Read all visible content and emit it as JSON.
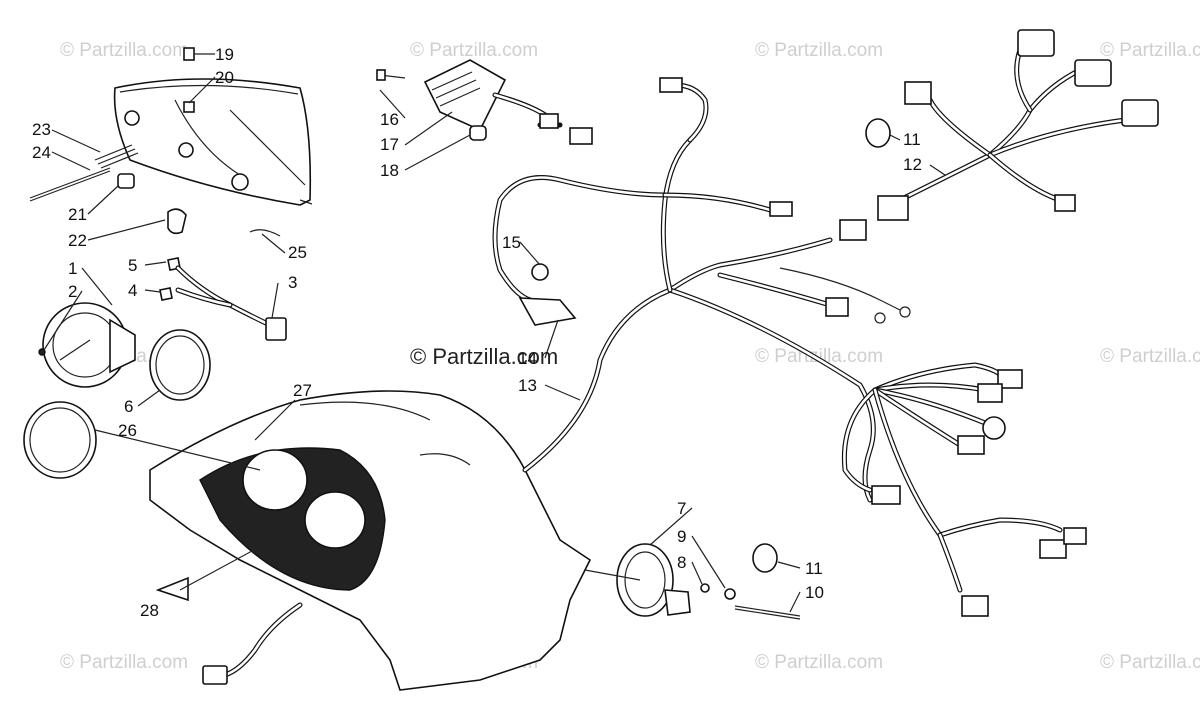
{
  "watermark_text": "© Partzilla.com",
  "center_watermark": "© Partzilla.com",
  "callouts": {
    "c1": "1",
    "c2": "2",
    "c3": "3",
    "c4": "4",
    "c5": "5",
    "c6": "6",
    "c7": "7",
    "c8": "8",
    "c9": "9",
    "c10": "10",
    "c11a": "11",
    "c11b": "11",
    "c12": "12",
    "c13": "13",
    "c14": "14",
    "c15": "15",
    "c16": "16",
    "c17": "17",
    "c18": "18",
    "c19": "19",
    "c20": "20",
    "c21": "21",
    "c22": "22",
    "c23": "23",
    "c24": "24",
    "c25": "25",
    "c26": "26",
    "c27": "27",
    "c28": "28"
  }
}
